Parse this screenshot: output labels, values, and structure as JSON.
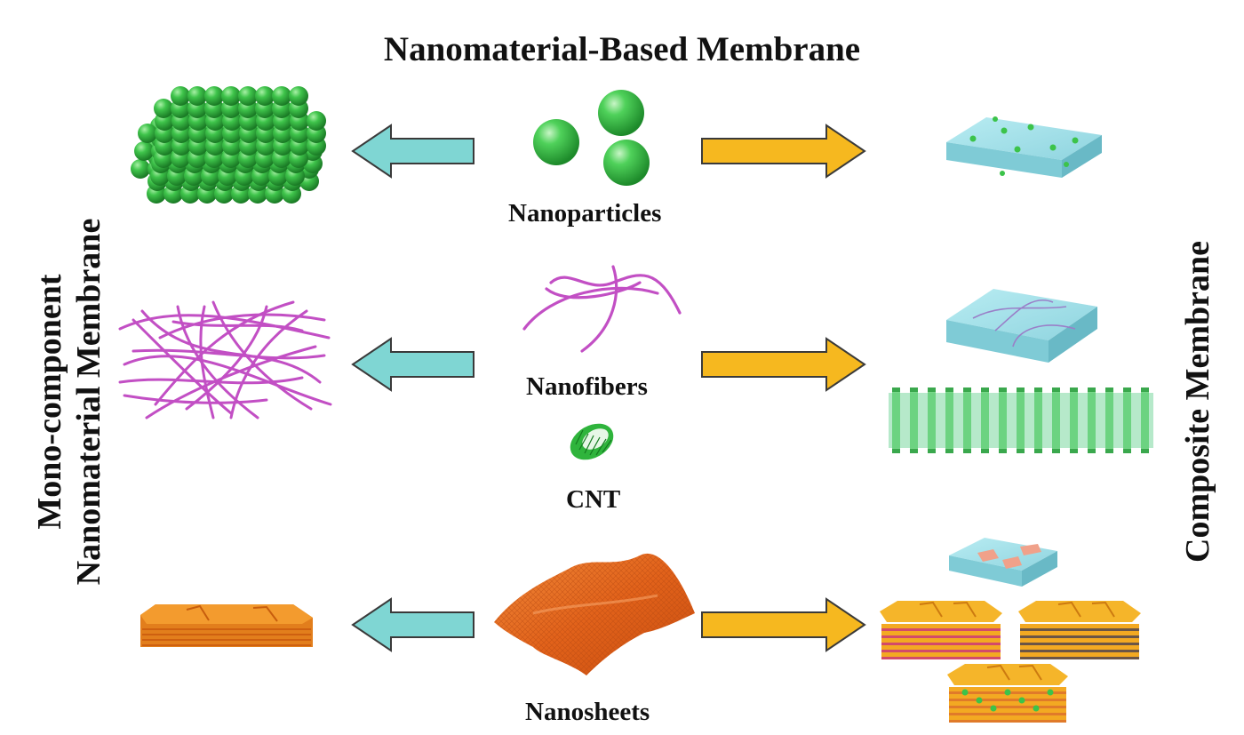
{
  "title": "Nanomaterial-Based Membrane",
  "left_label": [
    "Mono-component",
    "Nanomaterial Membrane"
  ],
  "right_label": "Composite Membrane",
  "materials": [
    {
      "id": "nanoparticles",
      "label": "Nanoparticles"
    },
    {
      "id": "nanofibers",
      "label": "Nanofibers"
    },
    {
      "id": "cnt",
      "label": "CNT"
    },
    {
      "id": "nanosheets",
      "label": "Nanosheets"
    }
  ],
  "colors": {
    "left_arrow": "#7fd6d3",
    "right_arrow": "#f6b81f",
    "arrow_stroke": "#3a3a3a",
    "particle_green": "#3cc34a",
    "fiber_magenta": "#c24fc4",
    "sheet_orange": "#e86a1c",
    "matrix_cyan": "#9fdde6"
  }
}
